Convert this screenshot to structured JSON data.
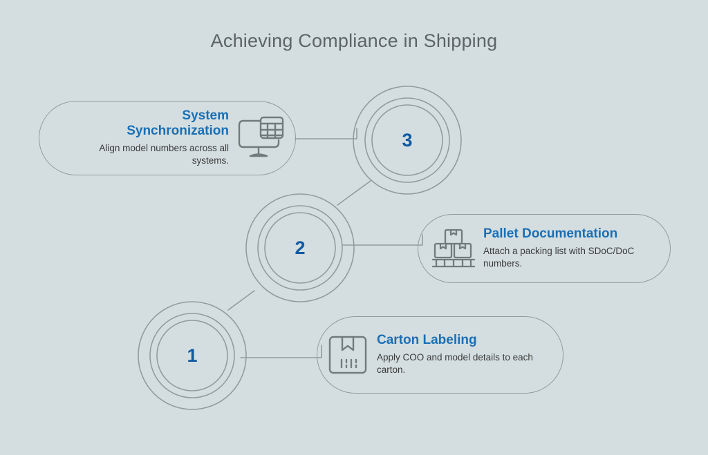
{
  "page": {
    "title": "Achieving Compliance in Shipping",
    "background_color": "#d4dee0",
    "accent_color": "#1a6fb5",
    "number_color": "#1159a0",
    "outline_color": "#919c9e",
    "title_color": "#5c6466",
    "body_text_color": "#3a3a3a"
  },
  "steps": [
    {
      "number": "3",
      "icon": "monitor-spreadsheet-icon",
      "title": "System Synchronization",
      "description": "Align model numbers across all systems."
    },
    {
      "number": "2",
      "icon": "pallet-boxes-icon",
      "title": "Pallet Documentation",
      "description": "Attach a packing list with SDoC/DoC numbers."
    },
    {
      "number": "1",
      "icon": "carton-barcode-icon",
      "title": "Carton Labeling",
      "description": "Apply COO and model details to each carton."
    }
  ]
}
